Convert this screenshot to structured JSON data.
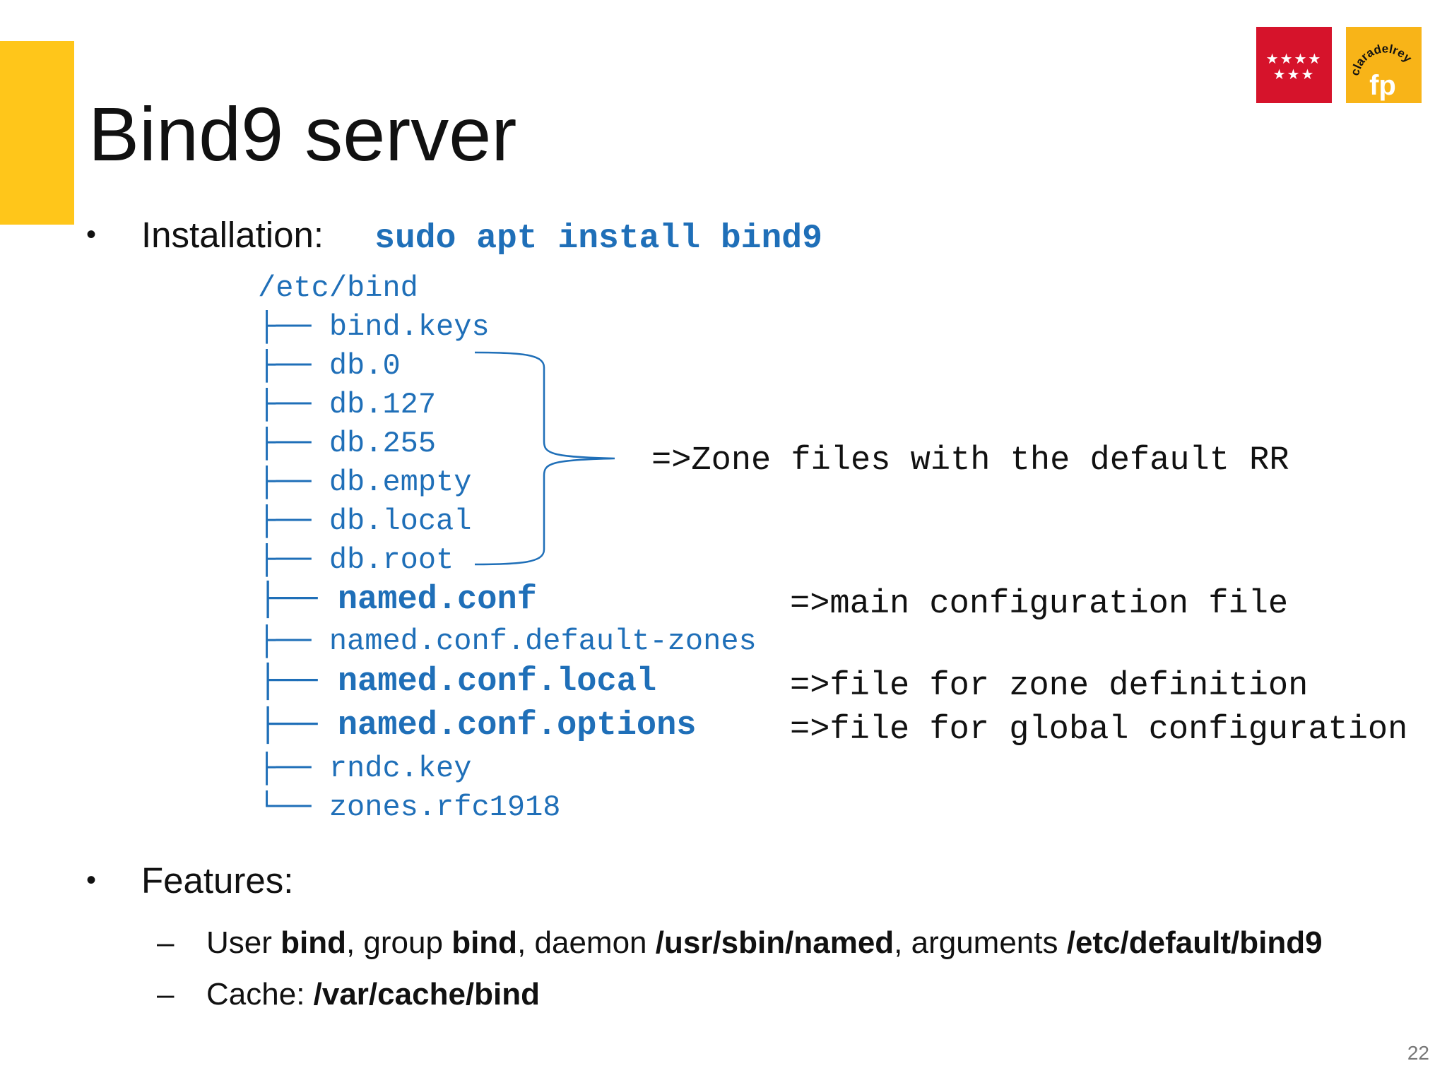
{
  "slide": {
    "title": "Bind9 server",
    "page_number": "22"
  },
  "logos": {
    "left": {
      "name": "community-of-madrid-logo",
      "color": "#D6132B",
      "stars_row1": "★★★★",
      "stars_row2": "★★★"
    },
    "right": {
      "name": "claradelrey-fp-logo",
      "color": "#F8B418",
      "text_top": "claradelrey",
      "text_bottom": "fp"
    }
  },
  "accent_color": "#FFC61A",
  "code_color": "#1F6FB8",
  "installation": {
    "label": "Installation:",
    "command": "sudo apt install bind9"
  },
  "tree": {
    "root": "/etc/bind",
    "items": [
      {
        "prefix": "├── ",
        "name": "bind.keys",
        "bold": false
      },
      {
        "prefix": "├── ",
        "name": "db.0",
        "bold": false
      },
      {
        "prefix": "├── ",
        "name": "db.127",
        "bold": false
      },
      {
        "prefix": "├── ",
        "name": "db.255",
        "bold": false
      },
      {
        "prefix": "├── ",
        "name": "db.empty",
        "bold": false
      },
      {
        "prefix": "├── ",
        "name": "db.local",
        "bold": false
      },
      {
        "prefix": "├── ",
        "name": "db.root",
        "bold": false
      },
      {
        "prefix": "├── ",
        "name": "named.conf",
        "bold": true
      },
      {
        "prefix": "├── ",
        "name": "named.conf.default-zones",
        "bold": false
      },
      {
        "prefix": "├── ",
        "name": "named.conf.local",
        "bold": true
      },
      {
        "prefix": "├── ",
        "name": "named.conf.options",
        "bold": true
      },
      {
        "prefix": "├── ",
        "name": "rndc.key",
        "bold": false
      },
      {
        "prefix": "└── ",
        "name": "zones.rfc1918",
        "bold": false
      }
    ]
  },
  "notes": {
    "zone_files": "=>Zone files with the default RR",
    "main_config": "=>main configuration file",
    "zone_definition": "=>file for zone definition",
    "global_config": "=>file for global configuration"
  },
  "features": {
    "label": "Features:",
    "line1": {
      "t1": "User ",
      "b1": "bind",
      "t2": ", group ",
      "b2": "bind",
      "t3": ", daemon ",
      "b3": "/usr/sbin/named",
      "t4": ", arguments ",
      "b4": "/etc/default/bind9"
    },
    "line2": {
      "t1": "Cache: ",
      "b1": "/var/cache/bind"
    },
    "bullet": "•",
    "dash": "–"
  }
}
